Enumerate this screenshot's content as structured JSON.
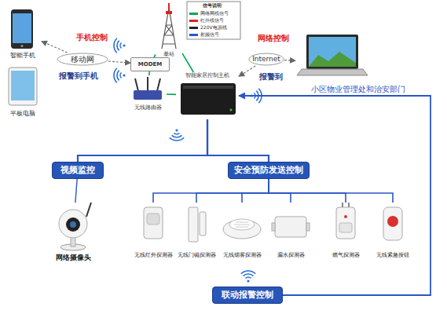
{
  "diagram": {
    "nodes": [
      {
        "text": [
          "智能手机"
        ]
      },
      {
        "text": [
          "平板电脑"
        ]
      },
      {
        "text": [
          "移动网"
        ]
      },
      {
        "text": [
          "基站"
        ]
      },
      {
        "text": [
          "MODEM"
        ]
      },
      {
        "text": [
          "无线路由器"
        ]
      },
      {
        "text": [
          "智能家居控制主机"
        ]
      },
      {
        "text": [
          "Internet"
        ]
      },
      {
        "text": [
          "小区物业管理处和治安部门"
        ]
      },
      {
        "text": [
          "视频监控"
        ]
      },
      {
        "text": [
          "安全预防发送控制"
        ]
      },
      {
        "text": [
          "网络摄像头"
        ]
      },
      {
        "text": [
          "无线红外探测器"
        ]
      },
      {
        "text": [
          "无线门磁探测器"
        ]
      },
      {
        "text": [
          "无线烟雾探测器"
        ]
      },
      {
        "text": [
          "漏水探测器"
        ]
      },
      {
        "text": [
          "燃气探测器"
        ]
      },
      {
        "text": [
          "无线紧急按钮"
        ]
      },
      {
        "text": [
          "联动报警控制"
        ]
      }
    ],
    "edges": [
      {
        "from": 2,
        "to": 0,
        "arrow": "to"
      },
      {
        "from": 2,
        "to": 4,
        "arrow": "to"
      },
      {
        "from": 3,
        "to": 4,
        "arrow": "none"
      },
      {
        "from": 3,
        "to": 6,
        "arrow": "none"
      },
      {
        "from": 4,
        "to": 5,
        "arrow": "none"
      },
      {
        "from": 5,
        "to": 6,
        "arrow": "none"
      },
      {
        "from": 7,
        "to": 6,
        "arrow": "to"
      },
      {
        "from": 7,
        "to": 8,
        "arrow": "to"
      },
      {
        "from": 6,
        "to": 9,
        "arrow": "none"
      },
      {
        "from": 6,
        "to": 10,
        "arrow": "none"
      },
      {
        "from": 9,
        "to": 11,
        "arrow": "none"
      },
      {
        "from": 10,
        "to": 12,
        "arrow": "none"
      },
      {
        "from": 10,
        "to": 13,
        "arrow": "none"
      },
      {
        "from": 10,
        "to": 14,
        "arrow": "none"
      },
      {
        "from": 10,
        "to": 15,
        "arrow": "none"
      },
      {
        "from": 10,
        "to": 16,
        "arrow": "none"
      },
      {
        "from": 10,
        "to": 17,
        "arrow": "none"
      },
      {
        "from": 18,
        "to": 6,
        "arrow": "to"
      }
    ],
    "labels": [
      "手机控制",
      "报警到手机",
      "网络控制",
      "报警到",
      "信号说明"
    ],
    "legend": [
      {
        "text": "网络网线信号",
        "color": "#00a651"
      },
      {
        "text": "红外线信号",
        "color": "#e02020"
      },
      {
        "text": "220V电源线",
        "color": "#222222"
      },
      {
        "text": "射频信号",
        "color": "#2a56c6"
      }
    ]
  }
}
